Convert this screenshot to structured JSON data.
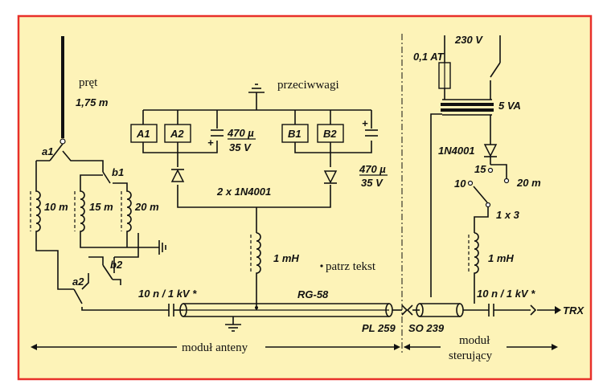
{
  "colors": {
    "background": "#fdf3b8",
    "border": "#e8302a",
    "ink": "#111111"
  },
  "labels": {
    "rod": "pręt",
    "rod_length": "1,75 m",
    "counterpoise": "przeciwwagi",
    "a1": "a1",
    "a2": "a2",
    "b1": "b1",
    "b2": "b2",
    "coil_10m": "10 m",
    "coil_15m": "15 m",
    "coil_20m": "20 m",
    "relay_a1": "A1",
    "relay_a2": "A2",
    "relay_b1": "B1",
    "relay_b2": "B2",
    "cap_left_value": "470 µ",
    "cap_left_volt": "35 V",
    "cap_right_value": "470 µ",
    "cap_right_volt": "35 V",
    "diodes": "2 x 1N4001",
    "choke_left": "1 mH",
    "see_text": "patrz tekst",
    "cap_left_coupling": "10 n / 1 kV *",
    "coax": "RG-58",
    "pl259": "PL 259",
    "so239": "SO 239",
    "fuse": "0,1 AT",
    "mains": "230 V",
    "transformer": "5 VA",
    "diode_right": "1N4001",
    "sw_15": "15",
    "sw_20m": "20 m",
    "sw_10": "10",
    "switch": "1 x 3",
    "choke_right": "1 mH",
    "cap_right_coupling": "10 n / 1 kV *",
    "trx": "TRX",
    "antenna_module": "moduł anteny",
    "control_module_1": "moduł",
    "control_module_2": "sterujący"
  }
}
